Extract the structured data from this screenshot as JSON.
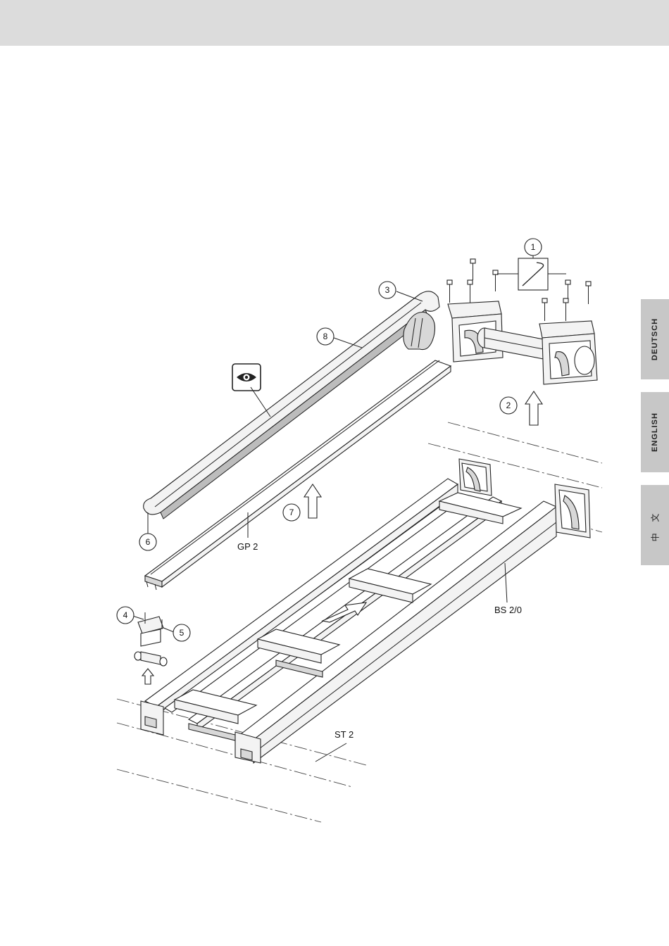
{
  "tabs": {
    "deutsch": "DEUTSCH",
    "english": "ENGLISH",
    "chinese": "中 文"
  },
  "callouts": {
    "c1": "1",
    "c2": "2",
    "c3": "3",
    "c4": "4",
    "c5": "5",
    "c6": "6",
    "c7": "7",
    "c8": "8"
  },
  "labels": {
    "gp2": "GP 2",
    "bs20": "BS 2/0",
    "st2": "ST 2"
  },
  "icons": {
    "inspect": "eye-icon",
    "tool": "allen-key-icon"
  }
}
